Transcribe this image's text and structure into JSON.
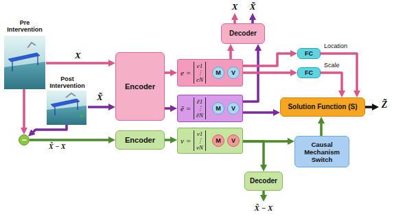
{
  "diagram": {
    "nodes": [
      {
        "text": [
          "Pre Intervention"
        ]
      },
      {
        "text": [
          "Post Intervention"
        ]
      },
      {
        "text": [
          "−"
        ]
      },
      {
        "text": [
          "Encoder"
        ]
      },
      {
        "text": [
          "e =",
          "e1",
          "⋮",
          "eN"
        ]
      },
      {
        "text": [
          "M"
        ],
        "in": 4
      },
      {
        "text": [
          "V"
        ],
        "in": 4
      },
      {
        "text": [
          "ẽ =",
          "ẽ1",
          "⋮",
          "ẽN"
        ]
      },
      {
        "text": [
          "M"
        ],
        "in": 7
      },
      {
        "text": [
          "V"
        ],
        "in": 7
      },
      {
        "text": [
          "Encoder"
        ]
      },
      {
        "text": [
          "v =",
          "v1",
          "⋮",
          "vN"
        ]
      },
      {
        "text": [
          "M"
        ],
        "in": 11
      },
      {
        "text": [
          "V"
        ],
        "in": 11
      },
      {
        "text": [
          "Decoder"
        ]
      },
      {
        "text": [
          "FC"
        ]
      },
      {
        "text": [
          "FC"
        ]
      },
      {
        "text": [
          "Solution Function (S)"
        ]
      },
      {
        "text": [
          "Causal Mechanism Switch"
        ]
      },
      {
        "text": [
          "Decoder"
        ]
      }
    ],
    "edges": [
      {
        "from": 0,
        "to": 3,
        "arrow": "to",
        "label": "X"
      },
      {
        "from": 1,
        "to": 3,
        "arrow": "to",
        "label": "X̃"
      },
      {
        "from": 0,
        "to": 2,
        "arrow": "to"
      },
      {
        "from": 1,
        "to": 2,
        "arrow": "to"
      },
      {
        "from": 2,
        "to": 10,
        "arrow": "to",
        "label": "X̃ − X"
      },
      {
        "from": 3,
        "to": 4,
        "arrow": "to"
      },
      {
        "from": 3,
        "to": 7,
        "arrow": "to"
      },
      {
        "from": 10,
        "to": 11,
        "arrow": "to"
      },
      {
        "from": 4,
        "to": 14,
        "arrow": "to"
      },
      {
        "from": 7,
        "to": 14,
        "arrow": "to"
      },
      {
        "from": 4,
        "to": 15,
        "arrow": "to"
      },
      {
        "from": 4,
        "to": 16,
        "arrow": "to"
      },
      {
        "from": 15,
        "to": 17,
        "arrow": "to",
        "label": "Location"
      },
      {
        "from": 16,
        "to": 17,
        "arrow": "to",
        "label": "Scale"
      },
      {
        "from": 7,
        "to": 17,
        "arrow": "to"
      },
      {
        "from": 11,
        "to": 18,
        "arrow": "to"
      },
      {
        "from": 18,
        "to": 17,
        "arrow": "to"
      },
      {
        "from": 11,
        "to": 19,
        "arrow": "to"
      }
    ],
    "labels": [
      "X",
      "X̃",
      "Z̃",
      "X̃ − X"
    ]
  }
}
